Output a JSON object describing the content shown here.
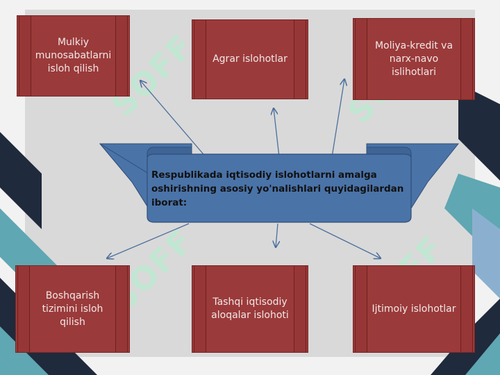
{
  "colors": {
    "box_fill": "#9b3a3a",
    "box_text": "#f1e7e7",
    "banner_fill": "#4a73a8",
    "banner_stroke": "#2f4f78",
    "arrow": "#4b6f9c",
    "watermark": "#b9ecd0",
    "bg_dark": "#1f2a3c",
    "bg_teal": "#5fa7b2",
    "bg_blue": "#8bb0cf"
  },
  "center": {
    "text": "Respublikada iqtisodiy islohotlarni amalga oshirishning asosiy yo'nalishlari quyidagilardan iborat:"
  },
  "boxes": [
    {
      "id": "mulkiy",
      "label": "Mulkiy munosabatlarni isloh qilish"
    },
    {
      "id": "agrar",
      "label": "Agrar islohotlar"
    },
    {
      "id": "moliya",
      "label": "Moliya-kredit va narx-navo islihotlari"
    },
    {
      "id": "boshqarish",
      "label": "Boshqarish tizimini isloh qilish"
    },
    {
      "id": "tashqi",
      "label": "Tashqi iqtisodiy aloqalar islohoti"
    },
    {
      "id": "ijtimoiy",
      "label": "Ijtimoiy islohotlar"
    }
  ],
  "watermark": {
    "text": "SOFF"
  }
}
